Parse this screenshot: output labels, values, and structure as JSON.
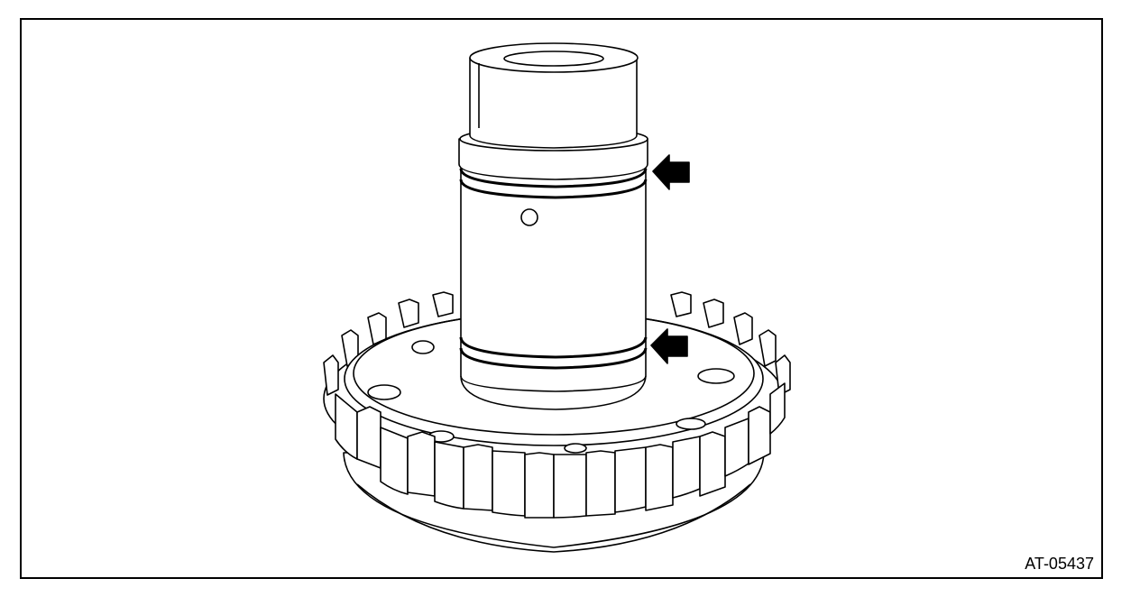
{
  "figure": {
    "code": "AT-05437",
    "subject": "shaft-with-seal-rings",
    "callouts": [
      {
        "name": "upper-seal-ring"
      },
      {
        "name": "lower-seal-ring"
      }
    ]
  },
  "colors": {
    "line": "#000000",
    "fill": "#ffffff"
  }
}
